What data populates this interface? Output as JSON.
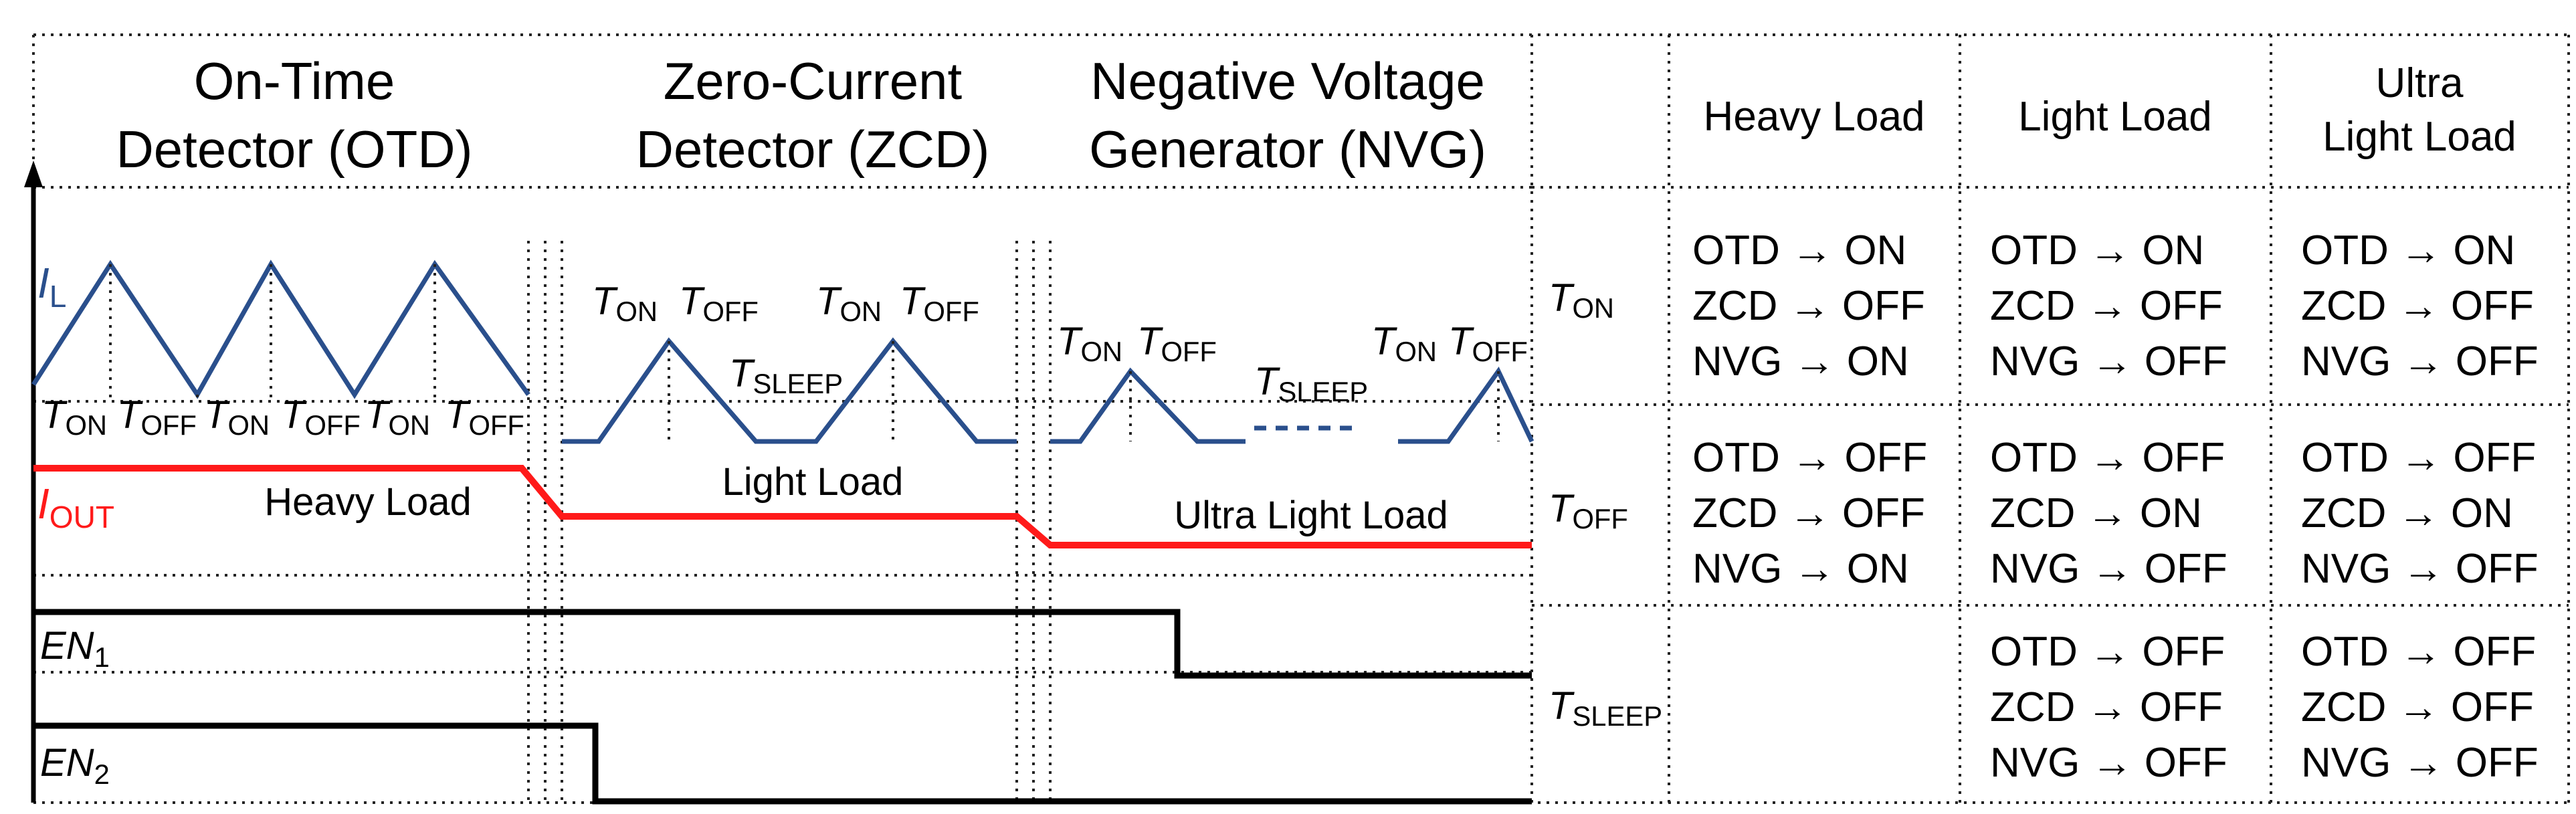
{
  "detectors": {
    "otd": {
      "line1": "On-Time",
      "line2": "Detector (OTD)"
    },
    "zcd": {
      "line1": "Zero-Current",
      "line2": "Detector (ZCD)"
    },
    "nvg": {
      "line1": "Negative Voltage",
      "line2": "Generator (NVG)"
    }
  },
  "signals": {
    "il": {
      "main": "I",
      "sub": "L"
    },
    "iout": {
      "main": "I",
      "sub": "OUT"
    },
    "en1": {
      "main": "EN",
      "sub": "1"
    },
    "en2": {
      "main": "EN",
      "sub": "2"
    }
  },
  "waveform_labels": {
    "ton": {
      "main": "T",
      "sub": "ON"
    },
    "toff": {
      "main": "T",
      "sub": "OFF"
    },
    "tsleep": {
      "main": "T",
      "sub": "SLEEP"
    },
    "dashes": "-----"
  },
  "load_labels": {
    "heavy": "Heavy Load",
    "light": "Light Load",
    "ultra": "Ultra Light Load"
  },
  "table": {
    "headers": [
      "Heavy Load",
      "Light Load",
      "Ultra",
      "Light Load"
    ],
    "rows": [
      {
        "state": {
          "main": "T",
          "sub": "ON"
        },
        "heavy": [
          "OTD → ON",
          "ZCD → OFF",
          "NVG → ON"
        ],
        "light": [
          "OTD → ON",
          "ZCD → OFF",
          "NVG → OFF"
        ],
        "ultra": [
          "OTD → ON",
          "ZCD → OFF",
          "NVG → OFF"
        ]
      },
      {
        "state": {
          "main": "T",
          "sub": "OFF"
        },
        "heavy": [
          "OTD → OFF",
          "ZCD → OFF",
          "NVG → ON"
        ],
        "light": [
          "OTD → OFF",
          "ZCD → ON",
          "NVG → OFF"
        ],
        "ultra": [
          "OTD → OFF",
          "ZCD → ON",
          "NVG → OFF"
        ]
      },
      {
        "state": {
          "main": "T",
          "sub": "SLEEP"
        },
        "heavy": [
          "",
          "",
          ""
        ],
        "light": [
          "OTD → OFF",
          "ZCD → OFF",
          "NVG → OFF"
        ],
        "ultra": [
          "OTD → OFF",
          "ZCD → OFF",
          "NVG → OFF"
        ]
      }
    ]
  },
  "colors": {
    "il_wave": "#2a4f8c",
    "iout_line": "#ff1a1a",
    "enable_lines": "#000000"
  }
}
